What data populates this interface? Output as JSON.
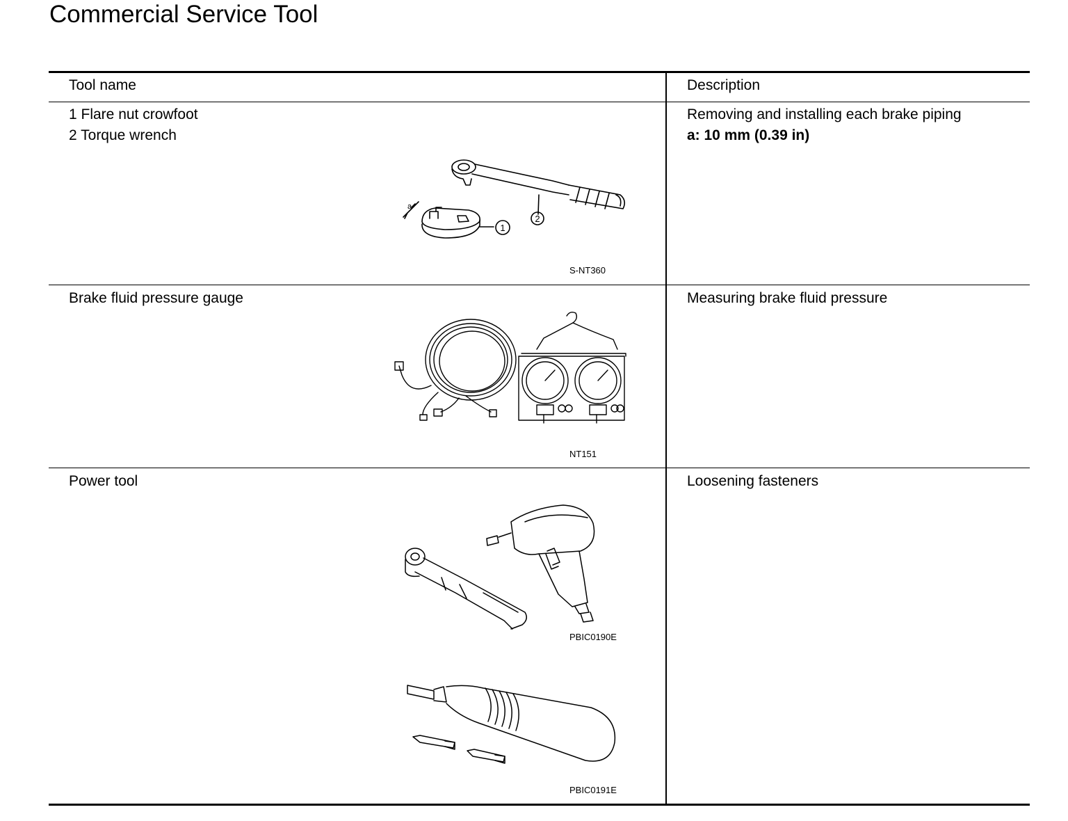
{
  "page": {
    "title": "Commercial Service Tool"
  },
  "table": {
    "headers": {
      "tool_name": "Tool name",
      "description": "Description"
    },
    "rows": [
      {
        "tool_lines": [
          "1 Flare nut crowfoot",
          "2 Torque wrench"
        ],
        "description": "Removing and installing each brake piping",
        "description_spec": "a: 10 mm (0.39 in)",
        "figure": {
          "caption": "S-NT360",
          "callout_a": "a",
          "callout_1": "1",
          "callout_2": "2",
          "icons": [
            "flare-nut-crowfoot-icon",
            "torque-wrench-icon"
          ]
        }
      },
      {
        "tool_lines": [
          "Brake fluid pressure gauge"
        ],
        "description": "Measuring brake fluid pressure",
        "figure": {
          "caption": "NT151",
          "icons": [
            "hose-coil-icon",
            "pressure-gauge-icon"
          ]
        }
      },
      {
        "tool_lines": [
          "Power tool"
        ],
        "description": "Loosening fasteners",
        "figures": [
          {
            "caption": "PBIC0190E",
            "icons": [
              "air-ratchet-icon",
              "impact-wrench-icon"
            ]
          },
          {
            "caption": "PBIC0191E",
            "icons": [
              "power-screwdriver-icon",
              "driver-bits-icon"
            ]
          }
        ]
      }
    ]
  }
}
